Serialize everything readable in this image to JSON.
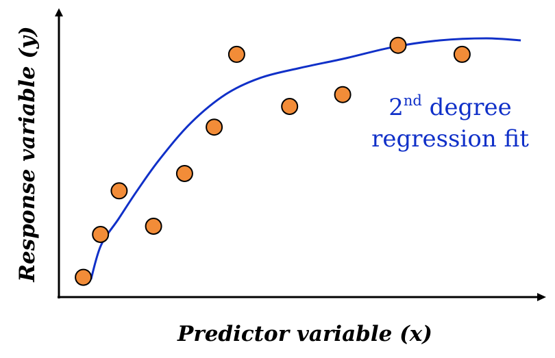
{
  "chart_data": {
    "type": "scatter",
    "title": "",
    "xlabel": "Predictor variable (x)",
    "ylabel": "Response variable (y)",
    "xlim": [
      0,
      100
    ],
    "ylim": [
      0,
      100
    ],
    "grid": false,
    "legend": "none",
    "x_ticks": [],
    "y_ticks": [],
    "points": [
      {
        "x": 5.4,
        "y": 7.4
      },
      {
        "x": 9.0,
        "y": 24.0
      },
      {
        "x": 12.9,
        "y": 40.9
      },
      {
        "x": 20.1,
        "y": 27.2
      },
      {
        "x": 26.6,
        "y": 47.6
      },
      {
        "x": 32.8,
        "y": 65.6
      },
      {
        "x": 37.5,
        "y": 93.8
      },
      {
        "x": 48.6,
        "y": 73.6
      },
      {
        "x": 59.7,
        "y": 78.2
      },
      {
        "x": 71.3,
        "y": 97.3
      },
      {
        "x": 84.7,
        "y": 93.8
      }
    ],
    "fit_curve": [
      {
        "x": 7.0,
        "y": 6.6
      },
      {
        "x": 9.1,
        "y": 19.8
      },
      {
        "x": 12.8,
        "y": 30.1
      },
      {
        "x": 16.6,
        "y": 40.8
      },
      {
        "x": 21.4,
        "y": 53.2
      },
      {
        "x": 28.0,
        "y": 67.4
      },
      {
        "x": 35.3,
        "y": 78.4
      },
      {
        "x": 42.5,
        "y": 84.7
      },
      {
        "x": 50.7,
        "y": 88.5
      },
      {
        "x": 60.4,
        "y": 92.3
      },
      {
        "x": 70.2,
        "y": 96.6
      },
      {
        "x": 80.0,
        "y": 99.2
      },
      {
        "x": 89.8,
        "y": 100.0
      },
      {
        "x": 97.0,
        "y": 99.2
      }
    ],
    "fit_label": {
      "base": "2",
      "superscript": "nd",
      "rest": " degree",
      "line2": "regression fit"
    },
    "colors": {
      "point_fill": "#F28C38",
      "point_stroke": "#000000",
      "curve": "#1030C8",
      "axis": "#000000",
      "annotation": "#1030C8"
    }
  }
}
